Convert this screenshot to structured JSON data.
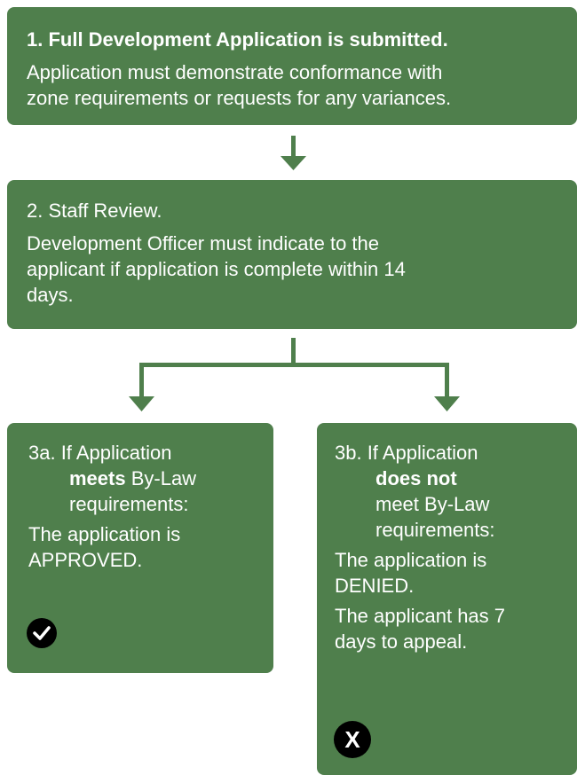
{
  "step1": {
    "title": "1. Full Development Application is submitted.",
    "body_lines": [
      "Application must demonstrate conformance with",
      "zone requirements or requests for any variances."
    ]
  },
  "step2": {
    "title": "2. Staff Review.",
    "body_lines": [
      "Development Officer must indicate to the",
      "applicant if application is complete within 14",
      "days."
    ]
  },
  "step3a": {
    "prefix": "3a. If Application",
    "bold_word": "meets",
    "line2_rest": " By-Law",
    "line3": "requirements:",
    "result_lines": [
      "The application is",
      "APPROVED."
    ],
    "icon": "checkmark-icon"
  },
  "step3b": {
    "prefix": "3b. If Application",
    "bold_phrase": "does not",
    "line3": "meet By-Law",
    "line4": "requirements:",
    "result_lines": [
      "The application is",
      "DENIED."
    ],
    "appeal_lines": [
      "The applicant has 7",
      "days to appeal."
    ],
    "icon": "x-icon",
    "icon_glyph": "X"
  },
  "colors": {
    "box": "#4f7f4c",
    "arrow": "#4f7f4c",
    "text": "#ffffff",
    "badge": "#000000"
  }
}
